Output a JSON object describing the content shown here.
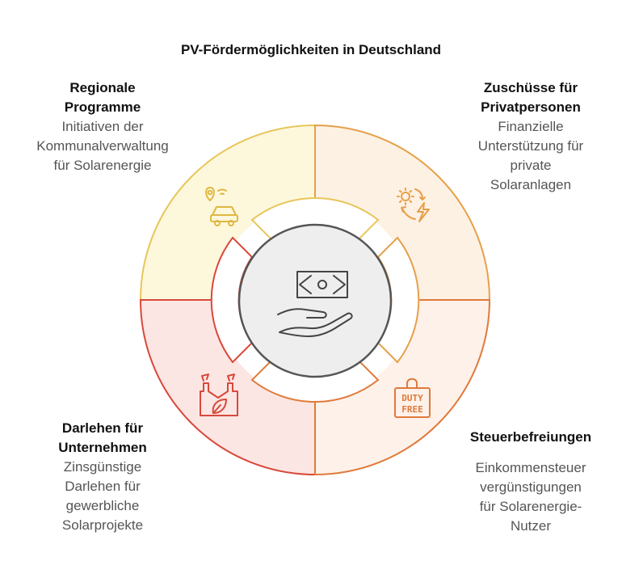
{
  "title": "PV-Fördermöglichkeiten in Deutschland",
  "quadrants": {
    "top_left": {
      "heading": [
        "Regionale",
        "Programme"
      ],
      "description": [
        "Initiativen der",
        "Kommunalverwaltung",
        "für Solarenergie"
      ],
      "icon": "location-car-icon"
    },
    "top_right": {
      "heading": [
        "Zuschüsse für",
        "Privatpersonen"
      ],
      "description": [
        "Finanzielle",
        "Unterstützung für",
        "private",
        "Solaranlagen"
      ],
      "icon": "sun-energy-cycle-icon"
    },
    "bottom_left": {
      "heading": [
        "Darlehen für",
        "Unternehmen"
      ],
      "description": [
        "Zinsgünstige",
        "Darlehen für",
        "gewerbliche",
        "Solarprojekte"
      ],
      "icon": "factory-leaf-icon"
    },
    "bottom_right": {
      "heading": [
        "Steuerbefreiungen"
      ],
      "description": [
        "Einkommensteuer",
        "vergünstigungen",
        "für Solarenergie-",
        "Nutzer"
      ],
      "icon": "duty-free-bag-icon"
    }
  },
  "center_icon": "money-hand-icon",
  "duty_free_text": [
    "DUTY",
    "FREE"
  ],
  "colors": {
    "top_left_fill": "#fdf7dc",
    "top_left_stroke": "#e8c65a",
    "top_right_fill": "#fdf1e3",
    "top_right_stroke": "#e6a04a",
    "bottom_left_fill": "#fbe6e3",
    "bottom_left_stroke": "#d9483b",
    "bottom_right_fill": "#fdf1e9",
    "bottom_right_stroke": "#e07a3a",
    "center_fill": "#eeeeee",
    "center_stroke": "#555555"
  }
}
